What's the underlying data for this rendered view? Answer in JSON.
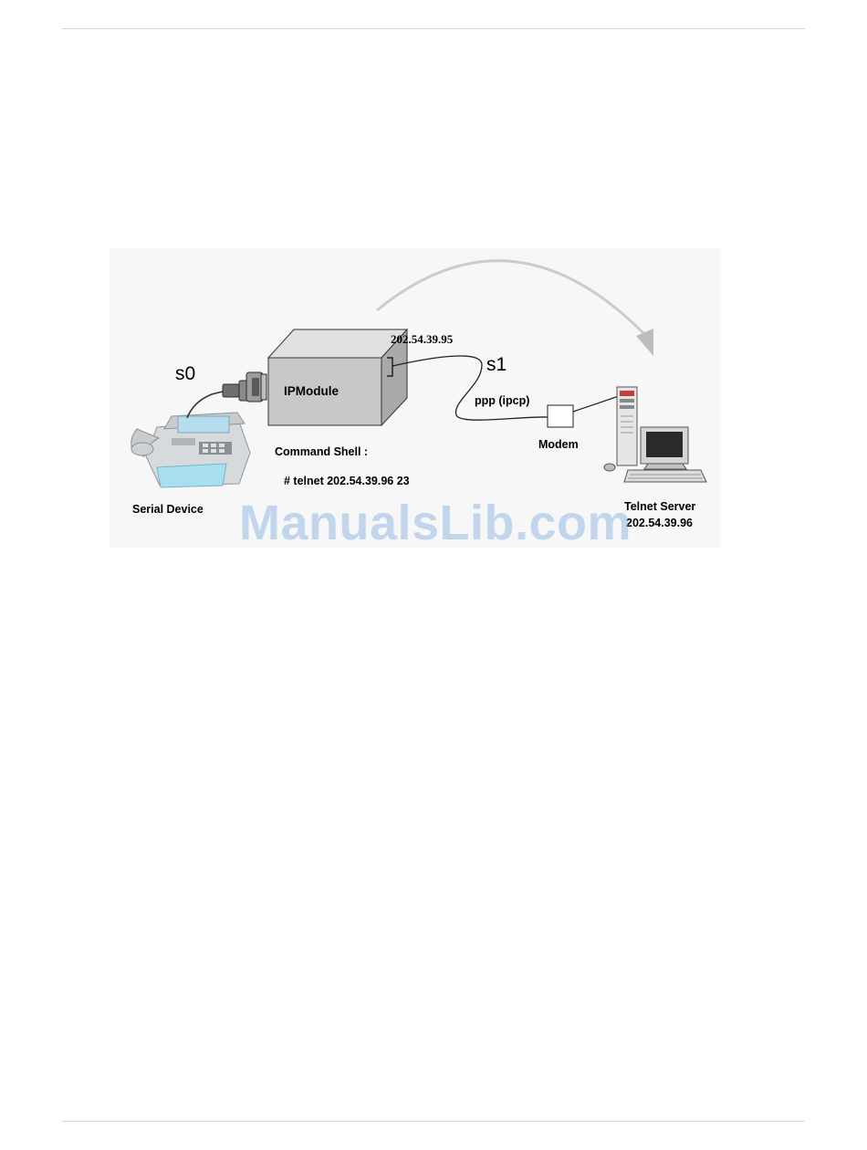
{
  "diagram": {
    "labels": {
      "s0": "s0",
      "s1": "s1",
      "ipmodule": "IPModule",
      "ip_address": "202.54.39.95",
      "ppp": "ppp (ipcp)",
      "modem": "Modem",
      "command_shell": "Command Shell :",
      "command": "# telnet 202.54.39.96 23",
      "serial_device": "Serial Device",
      "telnet_server": "Telnet Server",
      "telnet_server_ip": "202.54.39.96"
    }
  },
  "watermark": "ManualsLib.com"
}
